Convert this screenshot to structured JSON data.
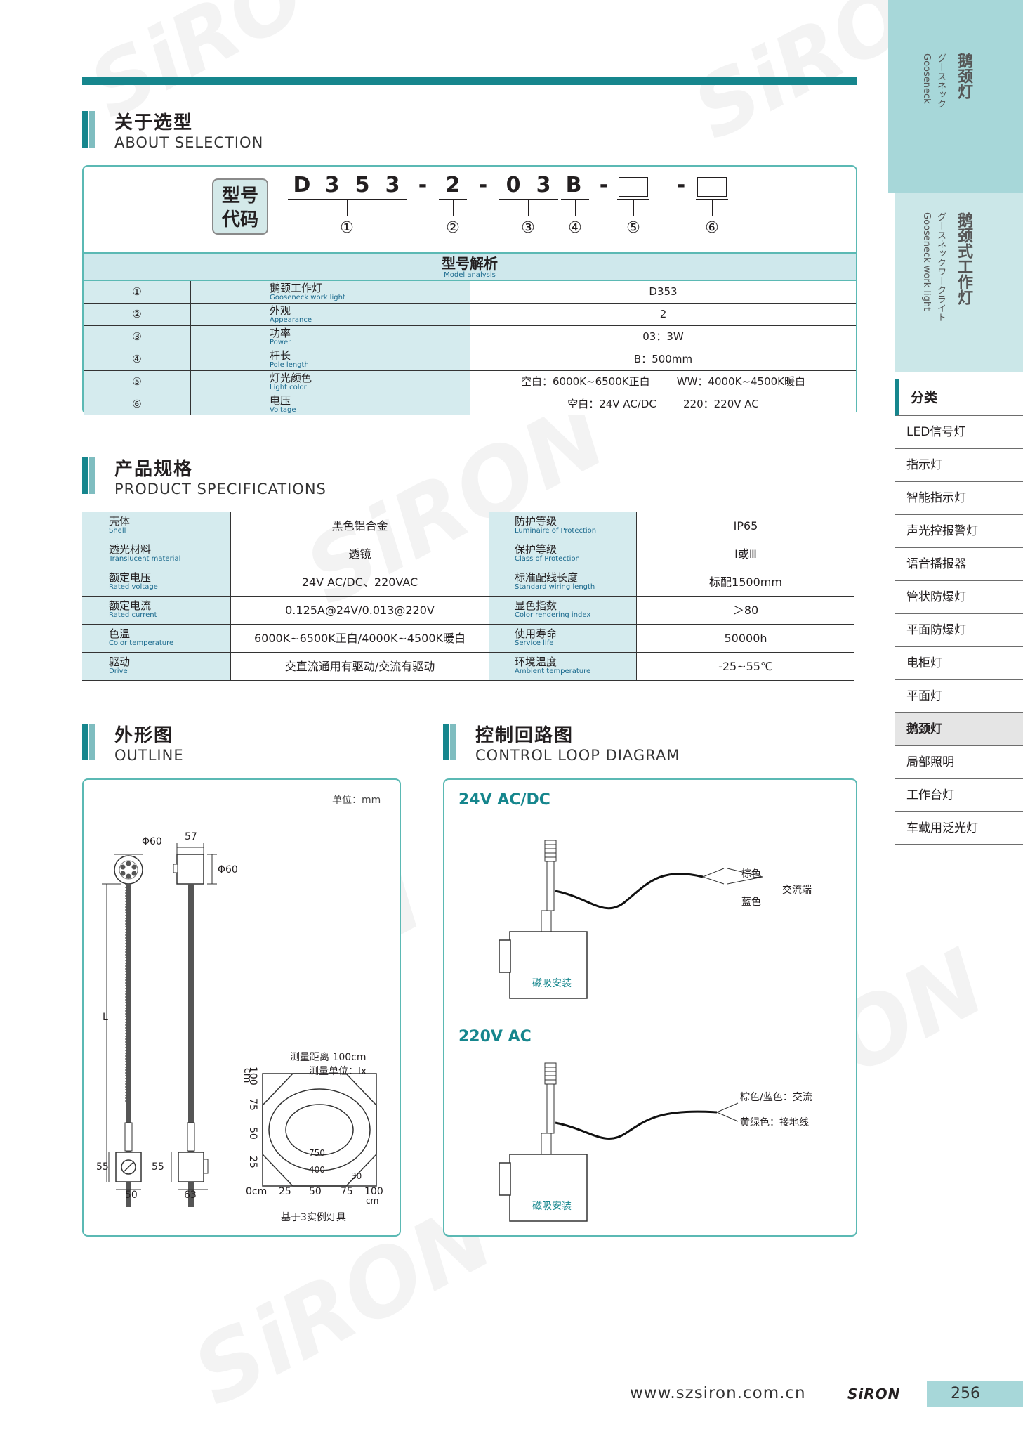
{
  "sections": {
    "selection": {
      "zh": "关于选型",
      "en": "ABOUT SELECTION"
    },
    "spec": {
      "zh": "产品规格",
      "en": "PRODUCT SPECIFICATIONS"
    },
    "outline": {
      "zh": "外形图",
      "en": "OUTLINE"
    },
    "control": {
      "zh": "控制回路图",
      "en": "CONTROL LOOP DIAGRAM"
    }
  },
  "model": {
    "badge_line1": "型号",
    "badge_line2": "代码",
    "chars": [
      "D",
      "3",
      "5",
      "3",
      "-",
      "2",
      "-",
      "0",
      "3",
      "B",
      "-",
      "-"
    ],
    "markers": [
      "①",
      "②",
      "③",
      "④",
      "⑤",
      "⑥"
    ]
  },
  "analysis": {
    "title_zh": "型号解析",
    "title_en": "Model analysis",
    "rows": [
      {
        "num": "①",
        "zh": "鹅颈工作灯",
        "en": "Gooseneck work light",
        "value": "D353"
      },
      {
        "num": "②",
        "zh": "外观",
        "en": "Appearance",
        "value": "2"
      },
      {
        "num": "③",
        "zh": "功率",
        "en": "Power",
        "value": "03：3W"
      },
      {
        "num": "④",
        "zh": "杆长",
        "en": "Pole length",
        "value": "B：500mm"
      },
      {
        "num": "⑤",
        "zh": "灯光颜色",
        "en": "Light color",
        "value": "空白：6000K~6500K正白        WW：4000K~4500K暖白"
      },
      {
        "num": "⑥",
        "zh": "电压",
        "en": "Voltage",
        "value": "空白：24V AC/DC        220：220V AC"
      }
    ]
  },
  "specs": [
    {
      "k1zh": "壳体",
      "k1en": "Shell",
      "v1": "黑色铝合金",
      "k2zh": "防护等级",
      "k2en": "Luminaire of Protection",
      "v2": "IP65"
    },
    {
      "k1zh": "透光材料",
      "k1en": "Translucent material",
      "v1": "透镜",
      "k2zh": "保护等级",
      "k2en": "Class of Protection",
      "v2": "Ⅰ或Ⅲ"
    },
    {
      "k1zh": "额定电压",
      "k1en": "Rated voltage",
      "v1": "24V AC/DC、220VAC",
      "k2zh": "标准配线长度",
      "k2en": "Standard wiring length",
      "v2": "标配1500mm"
    },
    {
      "k1zh": "额定电流",
      "k1en": "Rated current",
      "v1": "0.125A@24V/0.013@220V",
      "k2zh": "显色指数",
      "k2en": "Color rendering index",
      "v2": "＞80"
    },
    {
      "k1zh": "色温",
      "k1en": "Color temperature",
      "v1": "6000K~6500K正白/4000K~4500K暖白",
      "k2zh": "使用寿命",
      "k2en": "Service life",
      "v2": "50000h"
    },
    {
      "k1zh": "驱动",
      "k1en": "Drive",
      "v1": "交直流通用有驱动/交流有驱动",
      "k2zh": "环境温度",
      "k2en": "Ambient temperature",
      "v2": "-25~55℃"
    }
  ],
  "outline": {
    "unit": "单位：mm",
    "dim_phi60_a": "Φ60",
    "dim_57": "57",
    "dim_phi60_b": "Φ60",
    "dim_L": "L",
    "dim_55_a": "55",
    "dim_55_b": "55",
    "dim_50": "50",
    "dim_63": "63",
    "lux": {
      "distance": "测量距离 100cm",
      "unit": "测量单位：lx",
      "y_ticks": [
        "100",
        "75",
        "50",
        "25"
      ],
      "y_unit": "cm",
      "x_ticks": [
        "0cm",
        "25",
        "50",
        "75",
        "100"
      ],
      "x_unit": "cm",
      "values": [
        "750",
        "400",
        "30"
      ],
      "caption": "基于3实例灯具"
    }
  },
  "control": {
    "dc": {
      "title": "24V AC/DC",
      "brown": "棕色",
      "blue": "蓝色",
      "ac": "交流端",
      "mount": "磁吸安装"
    },
    "ac": {
      "title": "220V AC",
      "wire1": "棕色/蓝色：交流",
      "wire2": "黄绿色：接地线",
      "mount": "磁吸安装"
    }
  },
  "sidebar": {
    "cat_zh": "鹅颈灯",
    "cat_jp": "グースネック",
    "cat_en": "Gooseneck",
    "sub_zh": "鹅颈式工作灯",
    "sub_jp": "グースネックワークライト",
    "sub_en": "Gooseneck work light",
    "menu_head": "分类",
    "items": [
      "LED信号灯",
      "指示灯",
      "智能指示灯",
      "声光控报警灯",
      "语音播报器",
      "管状防爆灯",
      "平面防爆灯",
      "电柜灯",
      "平面灯",
      "鹅颈灯",
      "局部照明",
      "工作台灯",
      "车载用泛光灯"
    ],
    "active_index": 9
  },
  "footer": {
    "url": "www.szsiron.com.cn",
    "logo": "SiRON",
    "page": "256"
  },
  "colors": {
    "accent": "#16868d",
    "light": "#a7d7d9",
    "table": "#d5ebee",
    "border": "#5bb9b4"
  }
}
